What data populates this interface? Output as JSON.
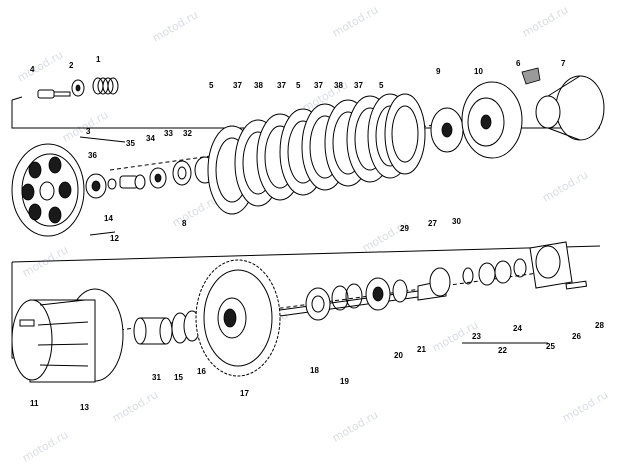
{
  "watermark": "motod.ru",
  "labels": {
    "l1": "1",
    "l2": "2",
    "l3": "3",
    "l4": "4",
    "l5a": "5",
    "l5b": "5",
    "l5c": "5",
    "l6": "6",
    "l7": "7",
    "l8": "8",
    "l9": "9",
    "l10": "10",
    "l11": "11",
    "l12": "12",
    "l13": "13",
    "l14": "14",
    "l15": "15",
    "l16": "16",
    "l17": "17",
    "l18": "18",
    "l19": "19",
    "l20": "20",
    "l21": "21",
    "l22": "22",
    "l23": "23",
    "l24": "24",
    "l25": "25",
    "l26": "26",
    "l27": "27",
    "l28": "28",
    "l29": "29",
    "l30": "30",
    "l31": "31",
    "l32": "32",
    "l33": "33",
    "l34": "34",
    "l35": "35",
    "l36": "36",
    "l37a": "37",
    "l37b": "37",
    "l37c": "37",
    "l37d": "37",
    "l38a": "38",
    "l38b": "38"
  }
}
